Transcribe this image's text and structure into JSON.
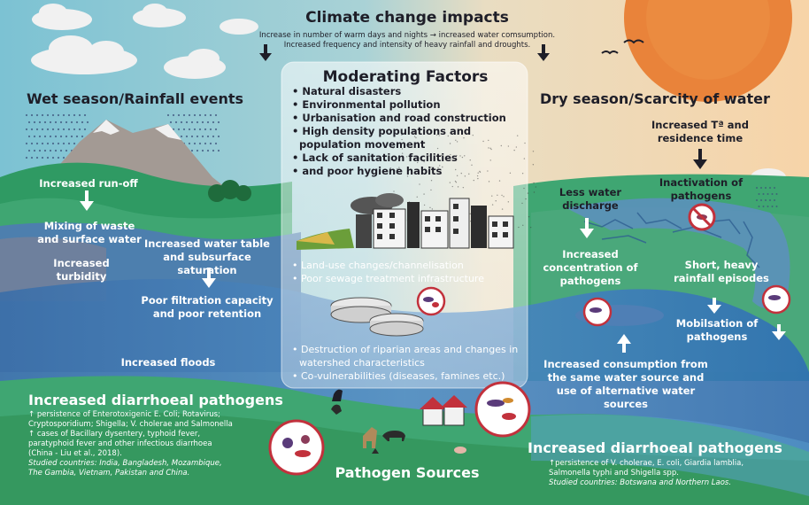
{
  "title": "Climate change impacts",
  "subtitle_lines": [
    "Increase in number of warm days and nights → increased water comsumption.",
    "Increased frequency and intensity of heavy rainfall and droughts."
  ],
  "wet_season": {
    "heading": "Wet season/Rainfall events",
    "labels": {
      "runoff": "Increased run-off",
      "mixing": "Mixing of waste and surface water",
      "turbidity": "Increased turbidity",
      "water_table": "Increased water table and subsurface saturation",
      "filtration": "Poor filtration capacity and poor retention",
      "floods": "Increased floods"
    }
  },
  "moderating": {
    "heading": "Moderating Factors",
    "top_list": [
      "Natural disasters",
      "Environmental pollution",
      "Urbanisation and road construction",
      "High density populations and population movement",
      "Lack of sanitation facilities",
      "and poor hygiene habits"
    ],
    "bottom_list": [
      "Land-use changes/channelisation",
      "Poor sewage treatment infrastructure",
      "Destruction of riparian areas and changes in watershed characteristics",
      "Co-vulnerabilities (diseases, famines etc.)"
    ]
  },
  "dry_season": {
    "heading": "Dry season/Scarcity of water",
    "labels": {
      "temperature": "Increased Tª and residence time",
      "inactivation": "Inactivation of pathogens",
      "less_water": "Less water discharge",
      "concentration": "Increased concentration of pathogens",
      "rainfall": "Short, heavy rainfall episodes",
      "mobilisation": "Mobilsation of pathogens",
      "consumption": "Increased consumption from the same water source and use of alternative water sources"
    }
  },
  "left_pathogens": {
    "heading": "Increased diarrhoeal pathogens",
    "lines": [
      "↑ persistence of Enterotoxigenic E. Coli; Rotavirus;",
      "Cryptosporidium; Shigella; V. cholerae and Salmonella",
      "↑ cases of Bacillary dysentery, typhoid fever,",
      "paratyphoid fever and other infectious diarrhoea",
      "(China - Liu et al., 2018)."
    ],
    "studied": [
      "Studied countries: India, Bangladesh, Mozambique,",
      "The Gambia, Vietnam, Pakistan and China."
    ]
  },
  "center_bottom": {
    "heading": "Pathogen Sources"
  },
  "right_pathogens": {
    "heading": "Increased diarrhoeal pathogens",
    "lines": [
      "↑persistence of V. cholerae, E. coli, Giardia lamblia,",
      "Salmonella typhi and Shigella spp."
    ],
    "studied": "Studied countries: Botswana and Northern Laos."
  },
  "colors": {
    "sky_left": "#6fb8cf",
    "sky_right": "#f5d9b0",
    "sun": "#e9833a",
    "land_green": "#3fa672",
    "river_blue": "#2f6fb4",
    "mountain": "#9a8f88",
    "text_dark": "#1e1e28"
  },
  "icons": [
    "sun-icon",
    "cloud-icon",
    "rain-icon",
    "arrow-down-icon",
    "mountain-icon",
    "factory-icon",
    "treatment-plant-icon",
    "pathogen-icon",
    "cow-icon",
    "house-icon",
    "bird-icon",
    "no-bacteria-icon"
  ]
}
